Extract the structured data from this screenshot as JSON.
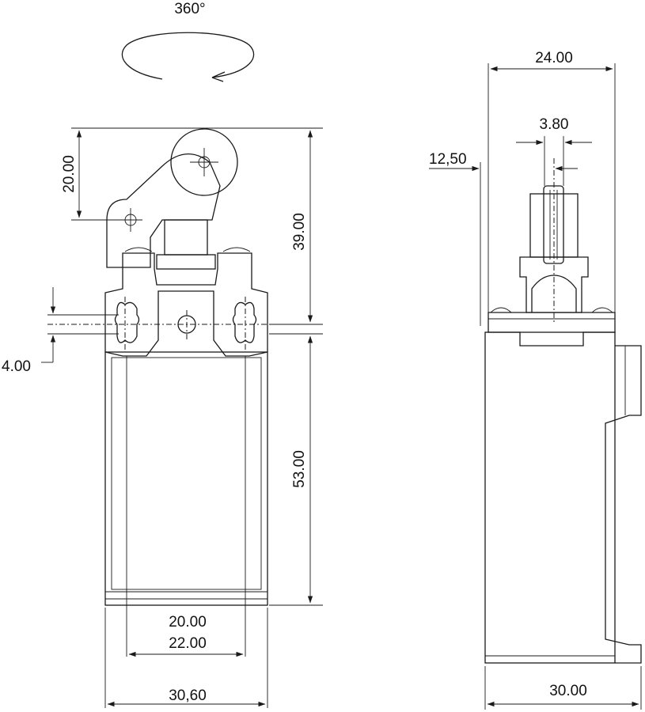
{
  "dimensions": {
    "rotation": "360°",
    "lever_height": "20.00",
    "total_height": "39.00",
    "hole_pitch": "4.00",
    "body_height": "53.00",
    "inner_width_a": "20.00",
    "inner_width_b": "22.00",
    "overall_width": "30,60",
    "side_depth_top": "24.00",
    "shaft_width": "3.80",
    "offset": "12,50",
    "side_depth_bottom": "30.00"
  }
}
